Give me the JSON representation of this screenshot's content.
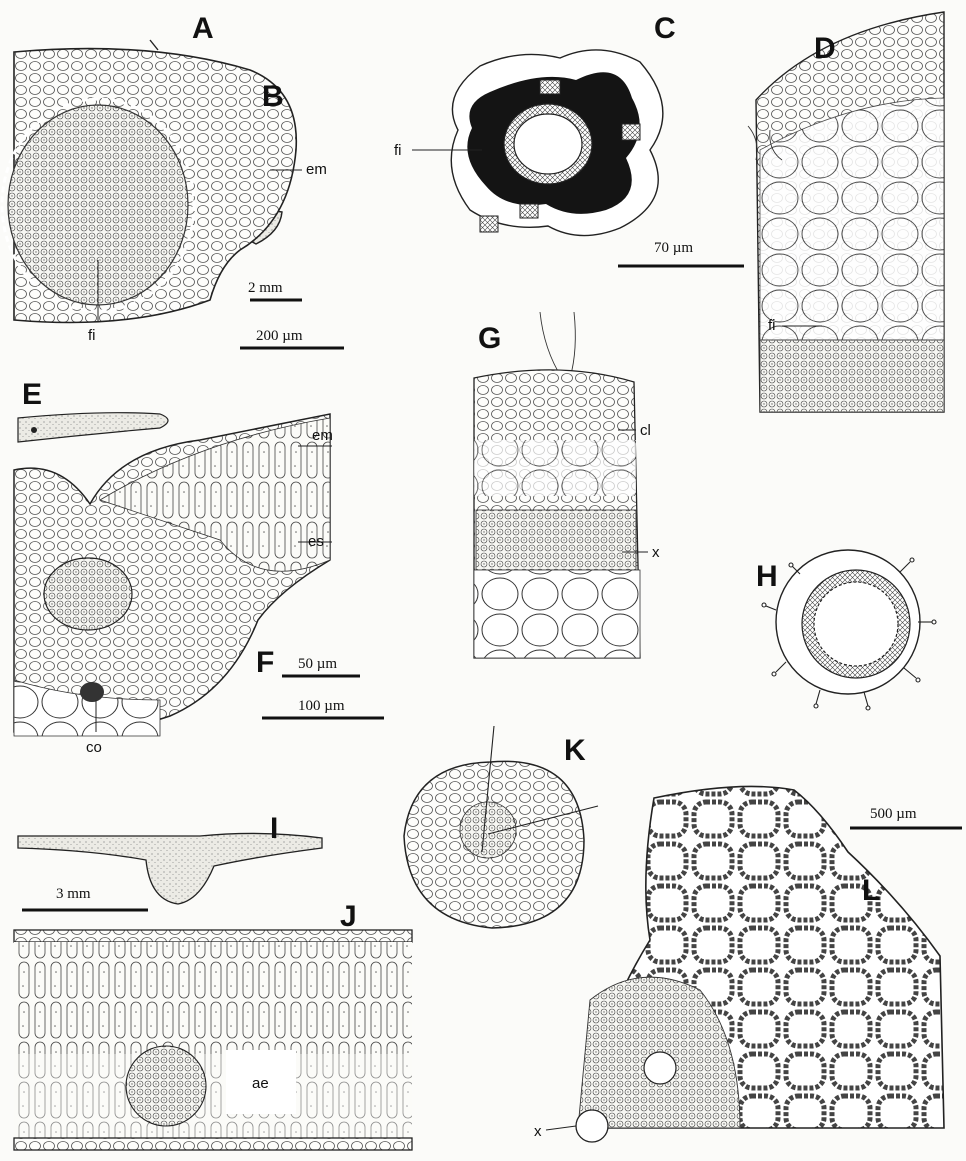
{
  "panels": [
    {
      "id": "A",
      "label": "A"
    },
    {
      "id": "B",
      "label": "B"
    },
    {
      "id": "C",
      "label": "C"
    },
    {
      "id": "D",
      "label": "D"
    },
    {
      "id": "E",
      "label": "E"
    },
    {
      "id": "F",
      "label": "F"
    },
    {
      "id": "G",
      "label": "G"
    },
    {
      "id": "H",
      "label": "H"
    },
    {
      "id": "I",
      "label": "I"
    },
    {
      "id": "J",
      "label": "J"
    },
    {
      "id": "K",
      "label": "K"
    },
    {
      "id": "L",
      "label": "L"
    }
  ],
  "annotations": {
    "B_em": "em",
    "B_fi": "fi",
    "C_fi": "fi",
    "D_fi": "fi",
    "F_em": "em",
    "F_es": "es",
    "F_co": "co",
    "G_cl": "cl",
    "G_x": "x",
    "J_ae": "ae",
    "L_x": "x"
  },
  "scale_bars": {
    "B_2mm": "2 mm",
    "B_200um": "200 µm",
    "C_70um": "70 µm",
    "F_50um": "50 µm",
    "F_100um": "100 µm",
    "I_3mm": "3 mm",
    "L_500um": "500 µm"
  }
}
